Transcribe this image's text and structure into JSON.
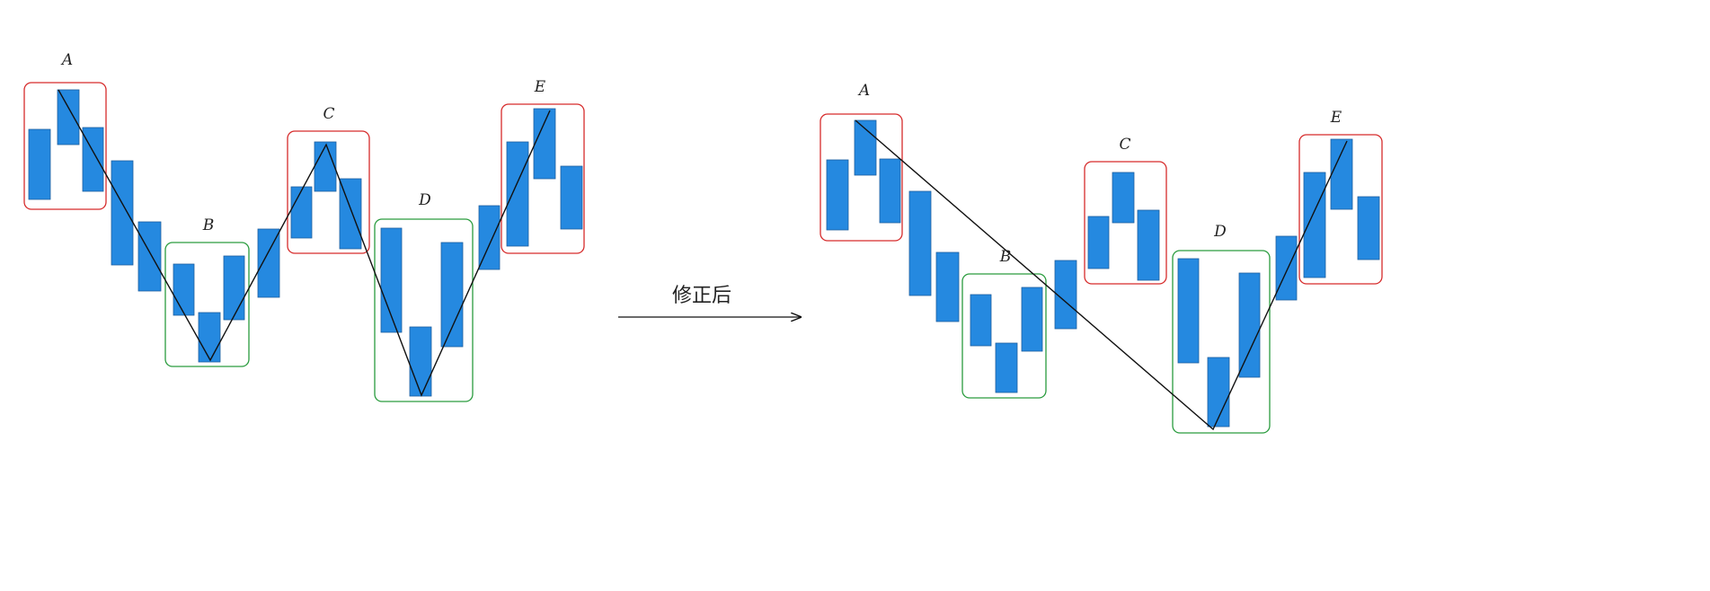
{
  "colors": {
    "bar_fill": "#2589e0",
    "top_box": "#d62b2b",
    "bottom_box": "#2a9c3e",
    "line": "#111111"
  },
  "caption": "修正后",
  "panels": {
    "before": {
      "labels": [
        "A",
        "B",
        "C",
        "D",
        "E"
      ]
    },
    "after": {
      "labels": [
        "A",
        "B",
        "C",
        "D",
        "E"
      ]
    }
  }
}
